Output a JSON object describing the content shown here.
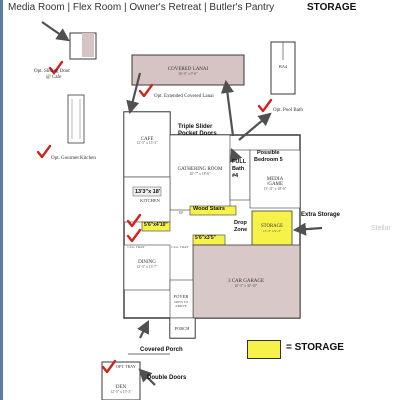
{
  "header": {
    "options_line": "Media Room | Flex Room | Owner's Retreat | Butler's Pantry",
    "storage_title": "STORAGE"
  },
  "callouts": {
    "triple_slider": "Triple Slider\nPocket Doors",
    "full_bath": "FULL\nBath\n#4",
    "possible_bedroom": "Possible\nBedroom 5",
    "dim_13x18": "13'3\"x 18'",
    "dim_5x4": "5'6\"x4'10\"",
    "dim_5x3": "5'6\"x3'5\"",
    "wood_stairs": "Wood Stairs",
    "drop_zone": "Drop\nZone",
    "extra_storage": "Extra Storage",
    "covered_porch": "Covered Porch",
    "double_doors": "Double Doors"
  },
  "options": {
    "sliding_door": "Opt. Sliding Door\n@ Cafe",
    "extended_lanai": "Opt. Extended Covered Lanai",
    "pool_bath": "Opt. Pool Bath",
    "gourmet_kitchen": "Opt. Gourmet Kitchen",
    "tray_den": "OPT. TRAY"
  },
  "rooms": {
    "lanai": "COVERED LANAI",
    "lanai_dim": "36'-0\" x 9'-0\"",
    "cafe": "CAFE",
    "cafe_dim": "12'-5\" x 13'-3\"",
    "gathering": "GATHERING ROOM",
    "gathering_dim": "20'-7\" x 18'-6\"",
    "kitchen": "KITCHEN",
    "media": "MEDIA\n/GAME",
    "media_dim": "15'-11\" x 18'-6\"",
    "storage": "STORAGE",
    "storage_dim": "15'-3\" x 9'-3\"",
    "dining": "DINING",
    "dining_dim": "12'-5\" x 13'-7\"",
    "garage": "3 CAR GARAGE",
    "garage_dim": "20'-3\" x 30'-10\"",
    "foyer": "FOYER",
    "foyer_note": "OPEN TO\nABOVE",
    "porch": "PORCH",
    "den": "DEN",
    "den_dim": "12'-5\" x 15'-3\"",
    "ba4": "BA4",
    "clg_tray_1": "CLG. TRAY",
    "clg_tray_2": "CLG. TRAY",
    "up": "UP"
  },
  "legend": {
    "label": "= STORAGE",
    "swatch_color": "#f7f24a"
  },
  "watermark": "Stellar",
  "colors": {
    "storage_yellow": "#f7f24a",
    "lanai_pink": "#d6c4c4",
    "garage_pink": "#d8c8c8",
    "check_red": "#d2231d",
    "arrow_gray": "#505050",
    "wall": "#3a3a3a"
  }
}
